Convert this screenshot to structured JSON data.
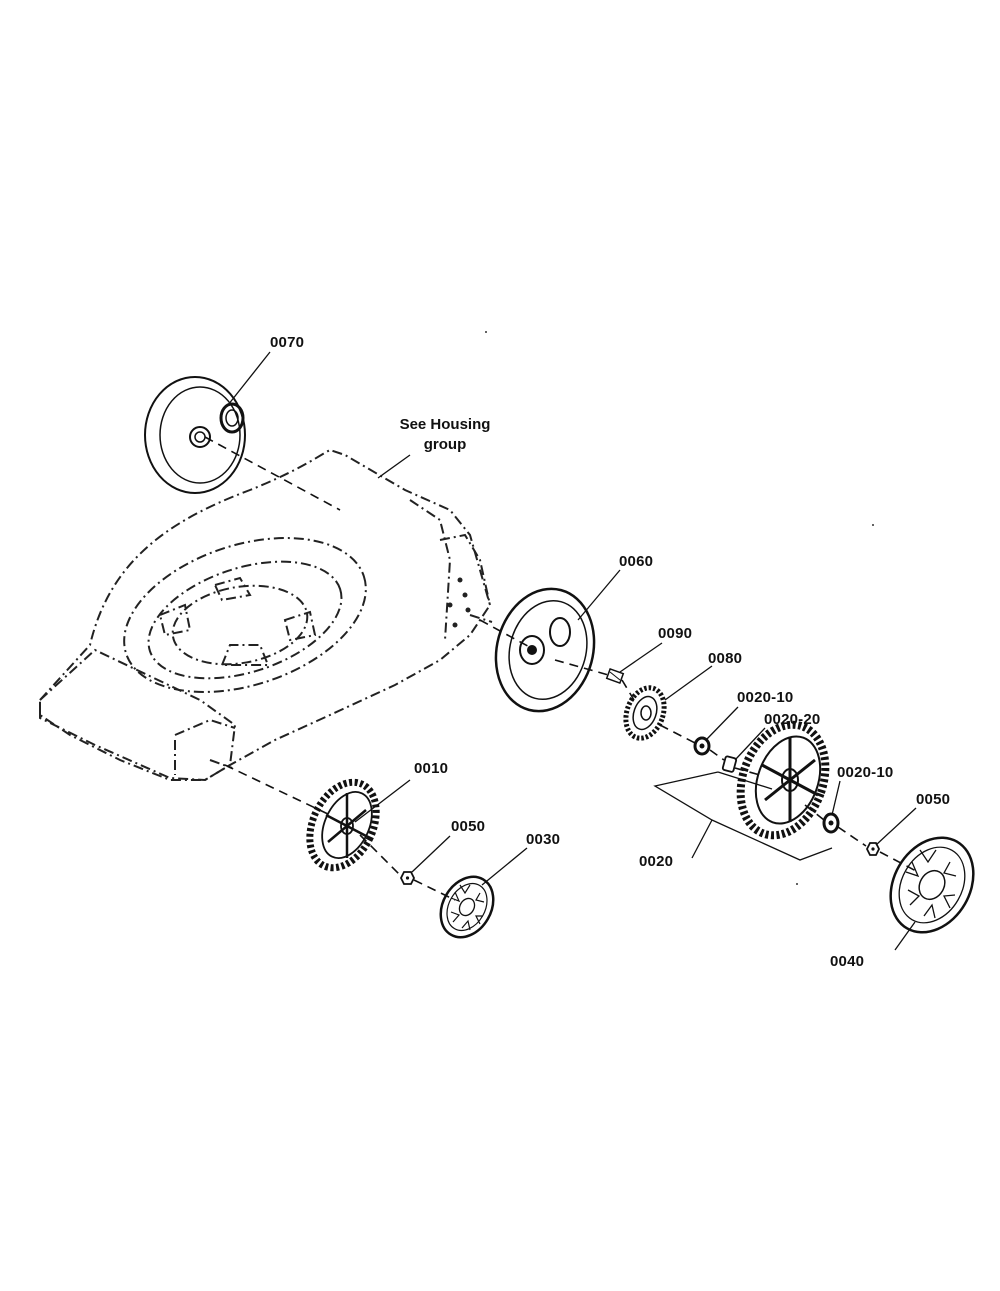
{
  "callouts": {
    "p0070": "0070",
    "p0060": "0060",
    "p0090": "0090",
    "p0080": "0080",
    "p0020_10_a": "0020-10",
    "p0020_20": "0020-20",
    "p0010": "0010",
    "p0050_a": "0050",
    "p0030": "0030",
    "p0020": "0020",
    "p0020_10_b": "0020-10",
    "p0050_b": "0050",
    "p0040": "0040"
  },
  "note": {
    "line1": "See Housing",
    "line2": "group"
  }
}
